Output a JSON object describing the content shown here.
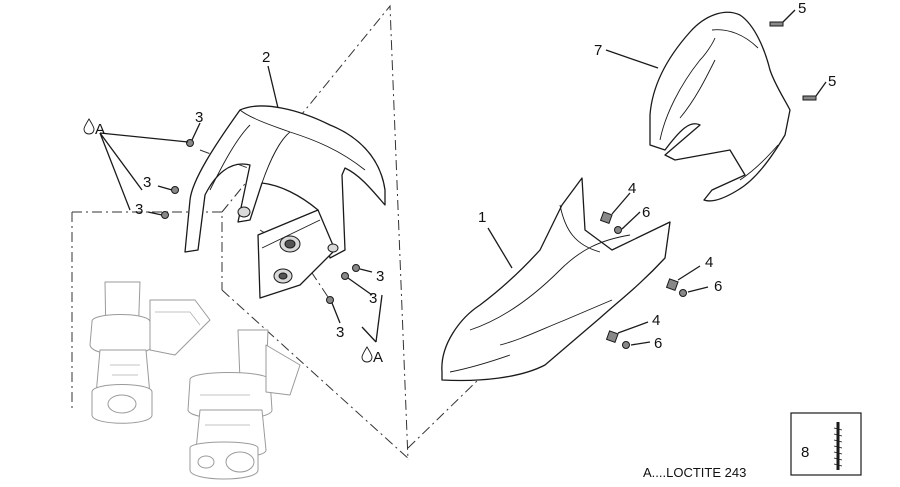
{
  "callouts": {
    "c1": "1",
    "c2": "2",
    "c3a": "3",
    "c3b": "3",
    "c3c": "3",
    "c3d": "3",
    "c3e": "3",
    "c3f": "3",
    "c4a": "4",
    "c4b": "4",
    "c4c": "4",
    "c5a": "5",
    "c5b": "5",
    "c6a": "6",
    "c6b": "6",
    "c6c": "6",
    "c7": "7",
    "c8": "8",
    "a_left": "A",
    "a_right": "A"
  },
  "legend": {
    "note": "A....LOCTITE 243"
  }
}
